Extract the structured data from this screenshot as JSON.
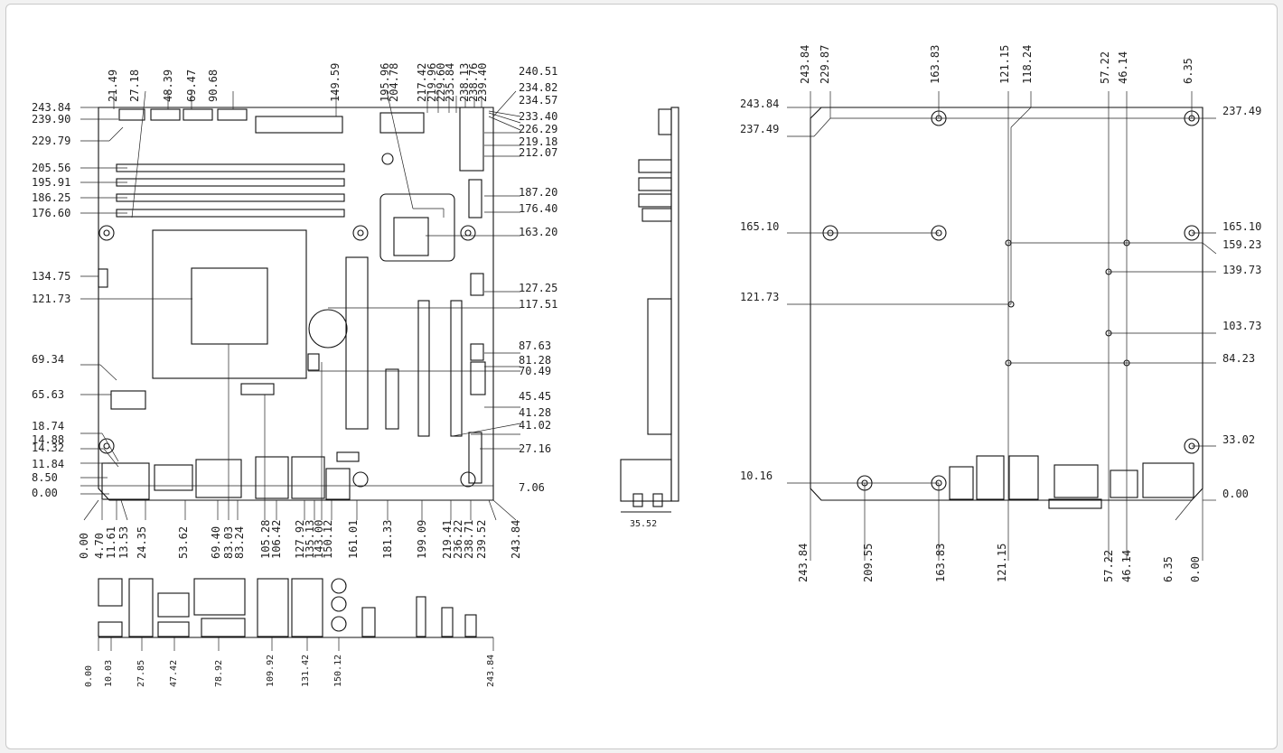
{
  "top_view": {
    "left_dims": [
      "243.84",
      "239.90",
      "229.79",
      "205.56",
      "195.91",
      "186.25",
      "176.60",
      "134.75",
      "121.73",
      "69.34",
      "65.63",
      "18.74",
      "14.88",
      "14.32",
      "11.84",
      "8.50",
      "0.00"
    ],
    "top_dims": [
      "21.49",
      "27.18",
      "48.39",
      "69.47",
      "90.68",
      "149.59",
      "195.96",
      "204.78",
      "217.42",
      "219.96",
      "229.60",
      "235.84",
      "238.13",
      "238.76",
      "239.40"
    ],
    "right_dims": [
      "240.51",
      "234.82",
      "234.57",
      "233.40",
      "226.29",
      "219.18",
      "212.07",
      "187.20",
      "176.40",
      "163.20",
      "127.25",
      "117.51",
      "87.63",
      "81.28",
      "70.49",
      "45.45",
      "41.28",
      "41.02",
      "27.16",
      "7.06"
    ],
    "bottom_dims": [
      "0.00",
      "4.70",
      "11.61",
      "13.53",
      "24.35",
      "53.62",
      "69.40",
      "83.03",
      "83.24",
      "105.28",
      "106.42",
      "127.92",
      "135.13",
      "143.00",
      "150.12",
      "161.01",
      "181.33",
      "199.09",
      "219.41",
      "236.22",
      "238.71",
      "239.52",
      "243.84"
    ]
  },
  "side_view": {
    "width_dim": "35.52"
  },
  "io_view": {
    "bottom_dims": [
      "0.00",
      "10.03",
      "27.85",
      "47.42",
      "78.92",
      "109.92",
      "131.42",
      "150.12",
      "243.84"
    ]
  },
  "bottom_view": {
    "top_dims": [
      "243.84",
      "229.87",
      "163.83",
      "121.15",
      "118.24",
      "57.22",
      "46.14",
      "6.35"
    ],
    "left_dims": [
      "243.84",
      "237.49",
      "165.10",
      "121.73",
      "10.16"
    ],
    "right_dims": [
      "237.49",
      "165.10",
      "159.23",
      "139.73",
      "103.73",
      "84.23",
      "33.02",
      "0.00"
    ],
    "bottom_dims": [
      "243.84",
      "209.55",
      "163.83",
      "121.15",
      "57.22",
      "46.14",
      "6.35",
      "0.00"
    ]
  }
}
